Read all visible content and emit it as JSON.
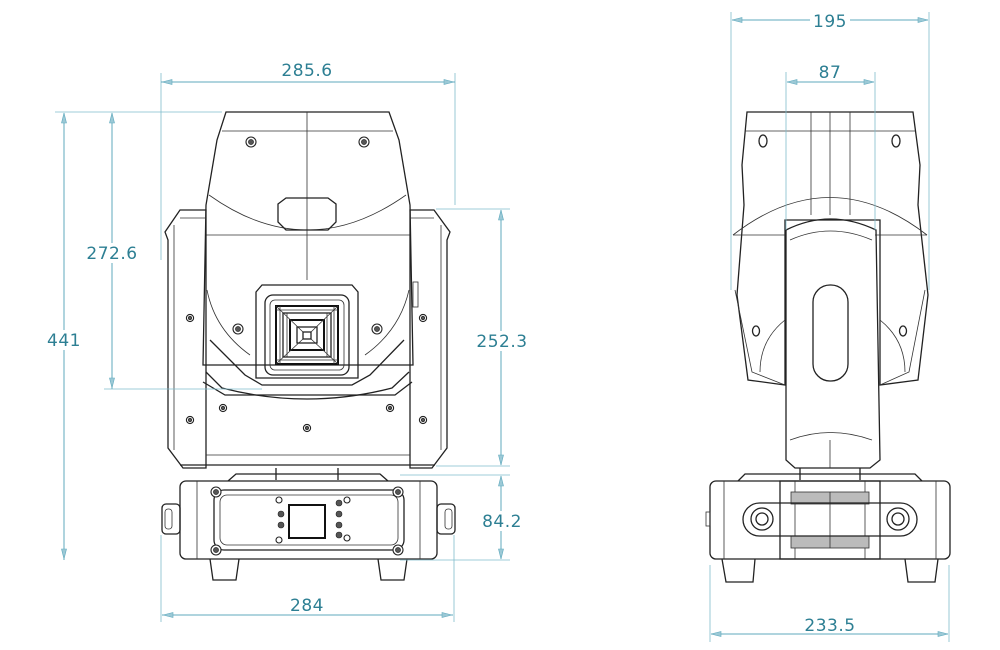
{
  "drawing": {
    "type": "technical dimension drawing",
    "subject": "moving head light fixture",
    "units": "mm",
    "line_color": "#222222",
    "dimension_color": "#2d7f93",
    "dimension_line_color": "#5fa9bd"
  },
  "front_view": {
    "dimensions": {
      "head_width": "285.6",
      "total_height": "441",
      "head_height": "272.6",
      "yoke_height": "252.3",
      "base_height": "84.2",
      "base_width": "284"
    }
  },
  "side_view": {
    "dimensions": {
      "overall_width": "195",
      "arm_width": "87",
      "base_depth": "233.5"
    }
  }
}
